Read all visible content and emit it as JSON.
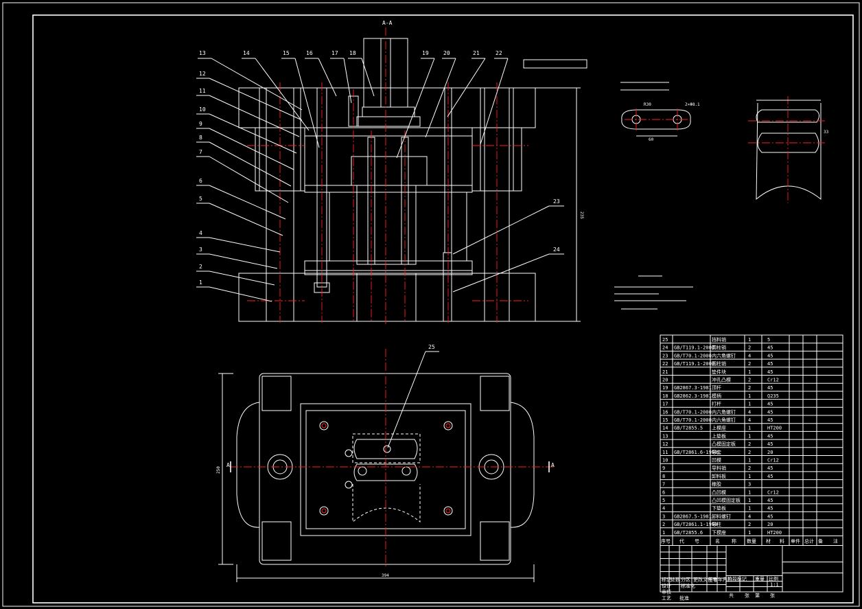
{
  "drawing": {
    "section_label": "A-A",
    "section_mark_left": "A",
    "section_mark_right": "A",
    "dim_height": "235",
    "dim_bottom_width": "394",
    "dim_left_height": "250",
    "dim_slot": "33",
    "detail_dims": [
      "R30",
      "2×Φ8.1",
      "60"
    ],
    "part_numbers_top": [
      "13",
      "14",
      "15",
      "16",
      "17",
      "18",
      "19",
      "20",
      "21",
      "22"
    ],
    "part_numbers_left": [
      "12",
      "11",
      "10",
      "9",
      "8",
      "7",
      "6",
      "5",
      "4",
      "3",
      "2",
      "1"
    ],
    "part_numbers_right": [
      "23",
      "24"
    ],
    "part_number_plan": "25"
  },
  "bom": {
    "headers": [
      "序号",
      "代",
      "号",
      "名",
      "称",
      "数量",
      "材",
      "料",
      "单件",
      "总计",
      "备",
      "注"
    ],
    "rows": [
      {
        "no": "25",
        "code": "",
        "name": "挡料销",
        "qty": "1",
        "mat": "5"
      },
      {
        "no": "24",
        "code": "GB/T119.1-2000",
        "name": "圆柱销",
        "qty": "2",
        "mat": "45"
      },
      {
        "no": "23",
        "code": "GB/T70.1-2000",
        "name": "内六角螺钉",
        "qty": "4",
        "mat": "45"
      },
      {
        "no": "22",
        "code": "GB/T119.1-2000",
        "name": "圆柱销",
        "qty": "2",
        "mat": "45"
      },
      {
        "no": "21",
        "code": "",
        "name": "垫件块",
        "qty": "1",
        "mat": "45"
      },
      {
        "no": "20",
        "code": "",
        "name": "冲孔凸模",
        "qty": "2",
        "mat": "Cr12"
      },
      {
        "no": "19",
        "code": "GB2867.3-1981",
        "name": "顶杆",
        "qty": "2",
        "mat": "45"
      },
      {
        "no": "18",
        "code": "GB2862.3-1981",
        "name": "模柄",
        "qty": "1",
        "mat": "Q235"
      },
      {
        "no": "17",
        "code": "",
        "name": "打杆",
        "qty": "1",
        "mat": "45"
      },
      {
        "no": "16",
        "code": "GB/T70.1-2000",
        "name": "内六角螺钉",
        "qty": "4",
        "mat": "45"
      },
      {
        "no": "15",
        "code": "GB/T70.1-2000",
        "name": "内六角螺钉",
        "qty": "4",
        "mat": "45"
      },
      {
        "no": "14",
        "code": "GB/T2855.5",
        "name": "上模座",
        "qty": "1",
        "mat": "HT200"
      },
      {
        "no": "13",
        "code": "",
        "name": "上垫板",
        "qty": "1",
        "mat": "45"
      },
      {
        "no": "12",
        "code": "",
        "name": "凸模固定板",
        "qty": "2",
        "mat": "45"
      },
      {
        "no": "11",
        "code": "GB/T2861.6-1990",
        "name": "导套",
        "qty": "2",
        "mat": "20"
      },
      {
        "no": "10",
        "code": "",
        "name": "凹模",
        "qty": "1",
        "mat": "Cr12"
      },
      {
        "no": "9",
        "code": "",
        "name": "导料销",
        "qty": "2",
        "mat": "45"
      },
      {
        "no": "8",
        "code": "",
        "name": "卸料板",
        "qty": "1",
        "mat": "45"
      },
      {
        "no": "7",
        "code": "",
        "name": "橡胶",
        "qty": "3",
        "mat": ""
      },
      {
        "no": "6",
        "code": "",
        "name": "凸凹模",
        "qty": "1",
        "mat": "Cr12"
      },
      {
        "no": "5",
        "code": "",
        "name": "凸凹模固定板",
        "qty": "1",
        "mat": "45"
      },
      {
        "no": "4",
        "code": "",
        "name": "下垫板",
        "qty": "1",
        "mat": "45"
      },
      {
        "no": "3",
        "code": "GB2867.5-1981",
        "name": "卸料螺钉",
        "qty": "4",
        "mat": "45"
      },
      {
        "no": "2",
        "code": "GB/T2861.1-1990",
        "name": "导柱",
        "qty": "2",
        "mat": "20"
      },
      {
        "no": "1",
        "code": "GB/T2855.6",
        "name": "下模座",
        "qty": "1",
        "mat": "HT200"
      }
    ],
    "title_block": {
      "scale": "1:1",
      "labels": [
        "标记",
        "处数",
        "分区",
        "更改文件号",
        "签名",
        "年月日",
        "设计",
        "标准化",
        "阶段标记",
        "重量",
        "比例",
        "审核",
        "工艺",
        "批准",
        "共",
        "张",
        "第",
        "张"
      ]
    }
  }
}
